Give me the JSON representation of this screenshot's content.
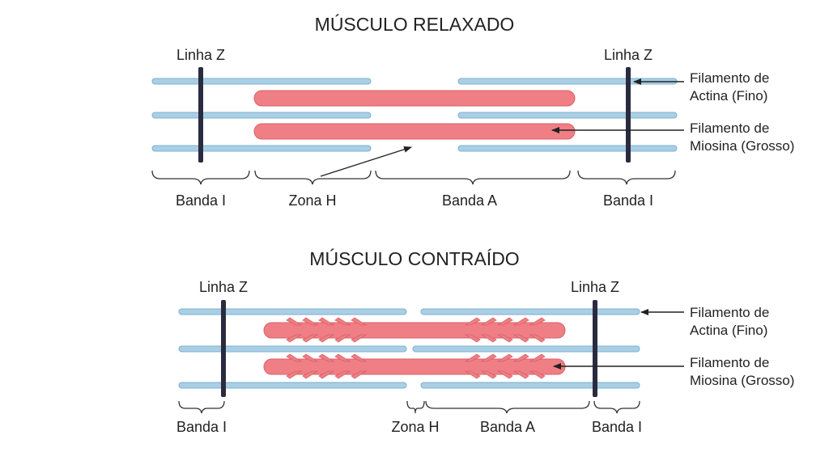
{
  "relaxed": {
    "title": "MÚSCULO RELAXADO",
    "z_line_left": "Linha Z",
    "z_line_right": "Linha Z",
    "actin_label": [
      "Filamento de",
      "Actina (Fino)"
    ],
    "myosin_label": [
      "Filamento de",
      "Miosina (Grosso)"
    ],
    "band_i_left": "Banda I",
    "zone_h": "Zona H",
    "band_a": "Banda A",
    "band_i_right": "Banda I"
  },
  "contracted": {
    "title": "MÚSCULO CONTRAÍDO",
    "z_line_left": "Linha Z",
    "z_line_right": "Linha Z",
    "actin_label": [
      "Filamento de",
      "Actina (Fino)"
    ],
    "myosin_label": [
      "Filamento de",
      "Miosina (Grosso)"
    ],
    "band_i_left": "Banda I",
    "zone_h": "Zona H",
    "band_a": "Banda A",
    "band_i_right": "Banda I"
  },
  "colors": {
    "actin": "#a9cfe6",
    "actin_stroke": "#7fb0cf",
    "myosin": "#ef7f84",
    "myosin_stroke": "#d96168",
    "z_line": "#2b2b40",
    "text": "#222222"
  }
}
